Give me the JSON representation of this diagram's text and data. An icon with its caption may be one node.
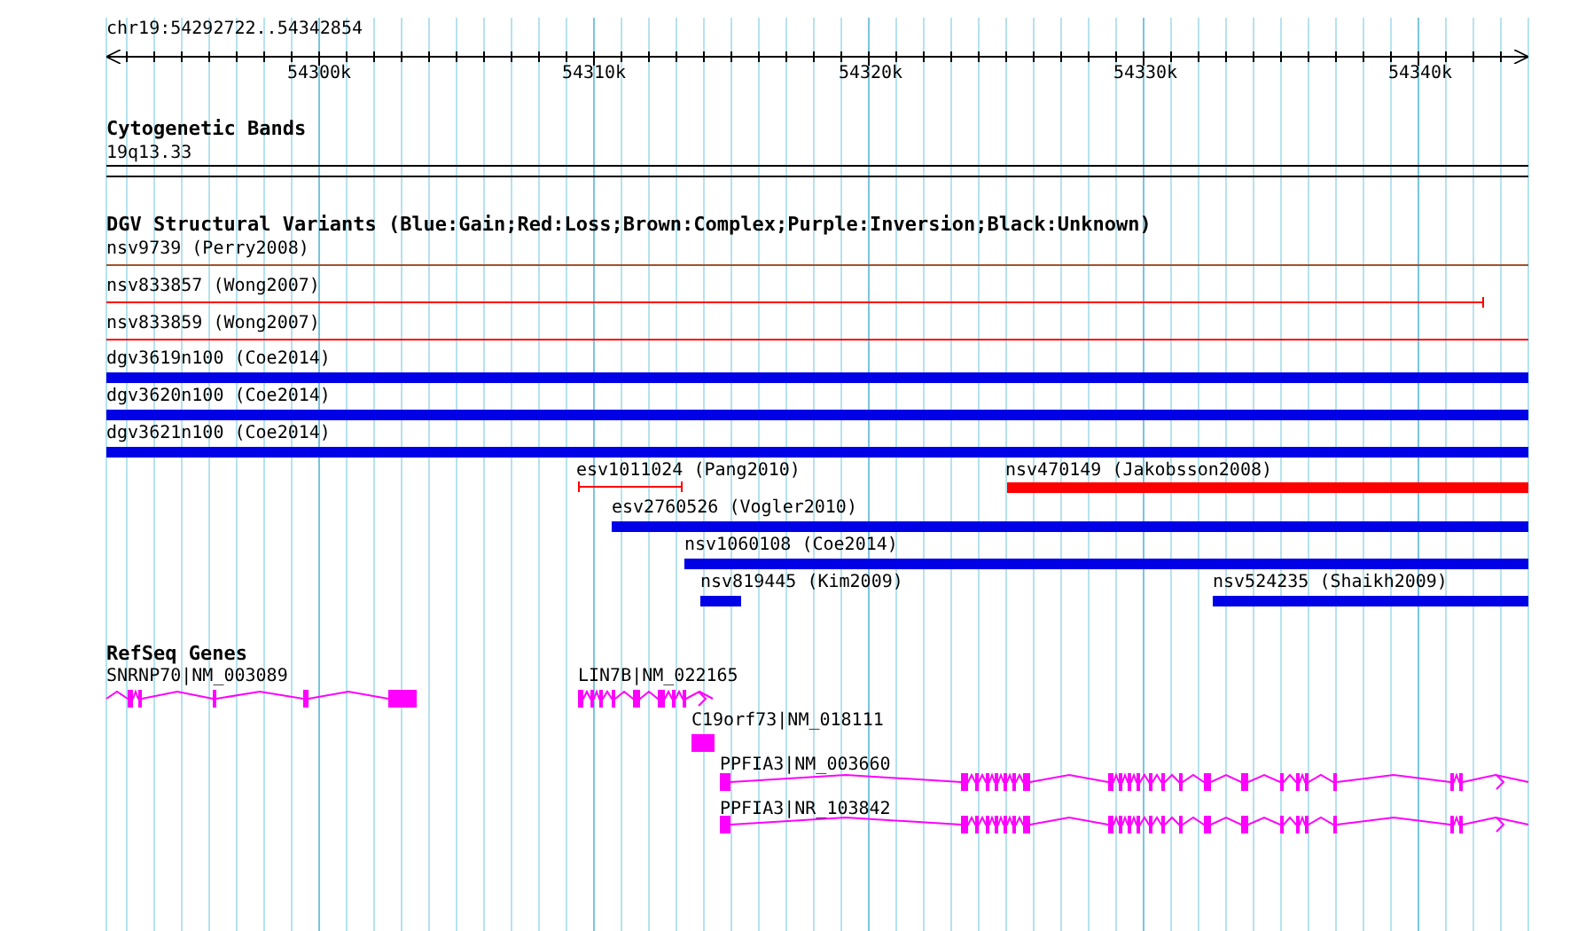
{
  "diagram": {
    "labels": [
      "chr19:54292722..54342854",
      "54300k",
      "54310k",
      "54320k",
      "54330k",
      "54340k",
      "Cytogenetic Bands",
      "19q13.33",
      "DGV Structural Variants (Blue:Gain;Red:Loss;Brown:Complex;Purple:Inversion;Black:Unknown)",
      "nsv9739 (Perry2008)",
      "nsv833857 (Wong2007)",
      "nsv833859 (Wong2007)",
      "dgv3619n100 (Coe2014)",
      "dgv3620n100 (Coe2014)",
      "dgv3621n100 (Coe2014)",
      "esv1011024 (Pang2010)",
      "nsv470149 (Jakobsson2008)",
      "esv2760526 (Vogler2010)",
      "nsv1060108 (Coe2014)",
      "nsv819445 (Kim2009)",
      "nsv524235 (Shaikh2009)",
      "RefSeq Genes",
      "SNRNP70|NM_003089",
      "LIN7B|NM_022165",
      "C19orf73|NM_018111",
      "PPFIA3|NM_003660",
      "PPFIA3|NR_103842"
    ]
  }
}
